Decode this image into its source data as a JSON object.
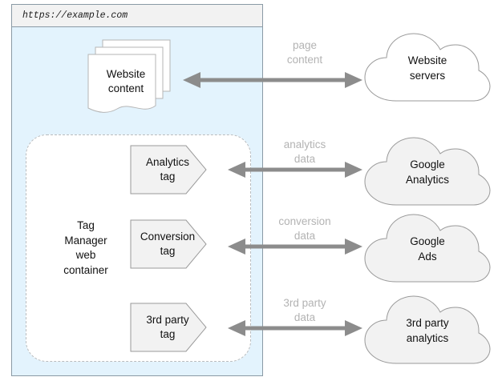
{
  "browser": {
    "url": "https://example.com"
  },
  "website_content": {
    "label": "Website\ncontent"
  },
  "tag_manager": {
    "label": "Tag\nManager\nweb\ncontainer",
    "tags": [
      {
        "id": "analytics-tag",
        "label": "Analytics\ntag"
      },
      {
        "id": "conversion-tag",
        "label": "Conversion\ntag"
      },
      {
        "id": "third-party-tag",
        "label": "3rd party\ntag"
      }
    ]
  },
  "clouds": [
    {
      "id": "website-servers",
      "label": "Website\nservers",
      "fill": "#ffffff"
    },
    {
      "id": "google-analytics",
      "label": "Google\nAnalytics",
      "fill": "#f2f2f2"
    },
    {
      "id": "google-ads",
      "label": "Google\nAds",
      "fill": "#f2f2f2"
    },
    {
      "id": "third-party-analytics",
      "label": "3rd party\nanalytics",
      "fill": "#f2f2f2"
    }
  ],
  "flows": [
    {
      "id": "page-content",
      "label": "page\ncontent"
    },
    {
      "id": "analytics-data",
      "label": "analytics\ndata"
    },
    {
      "id": "conversion-data",
      "label": "conversion\ndata"
    },
    {
      "id": "third-party-data",
      "label": "3rd party\ndata"
    }
  ],
  "colors": {
    "viewport_blue": "#e3f3fd",
    "urlbar_gray": "#f2f2f2",
    "window_border": "#8a9aa5",
    "arrow_gray": "#8c8c8c",
    "flow_label_gray": "#b3b3b3",
    "shape_fill_gray": "#f2f2f2",
    "shape_stroke_gray": "#999999",
    "dashed_border": "#b9bcbe",
    "text_black": "#111111"
  }
}
